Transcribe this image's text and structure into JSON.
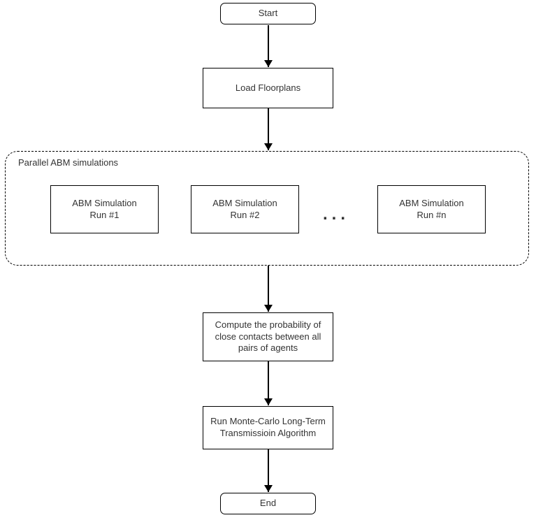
{
  "diagram_type": "flowchart",
  "colors": {
    "stroke": "#000000",
    "text": "#333333",
    "background": "#ffffff"
  },
  "nodes": {
    "start": {
      "label": "Start"
    },
    "load_floorplans": {
      "label": "Load Floorplans"
    },
    "parallel_group": {
      "label": "Parallel ABM simulations"
    },
    "sim_runs": [
      {
        "label": "ABM Simulation\nRun #1"
      },
      {
        "label": "ABM Simulation\nRun #2"
      },
      {
        "label": "ABM Simulation\nRun #n"
      }
    ],
    "ellipsis": "...",
    "compute_probability": {
      "label": "Compute the probability of\nclose contacts between all\npairs of agents"
    },
    "monte_carlo": {
      "label": "Run Monte-Carlo Long-Term\nTransmissioin Algorithm"
    },
    "end": {
      "label": "End"
    }
  },
  "edges": [
    {
      "from": "start",
      "to": "load_floorplans",
      "direction": "down"
    },
    {
      "from": "load_floorplans",
      "to": "parallel_group",
      "direction": "down"
    },
    {
      "from": "parallel_group",
      "to": "compute_probability",
      "direction": "down"
    },
    {
      "from": "compute_probability",
      "to": "monte_carlo",
      "direction": "down"
    },
    {
      "from": "monte_carlo",
      "to": "end",
      "direction": "down"
    }
  ]
}
